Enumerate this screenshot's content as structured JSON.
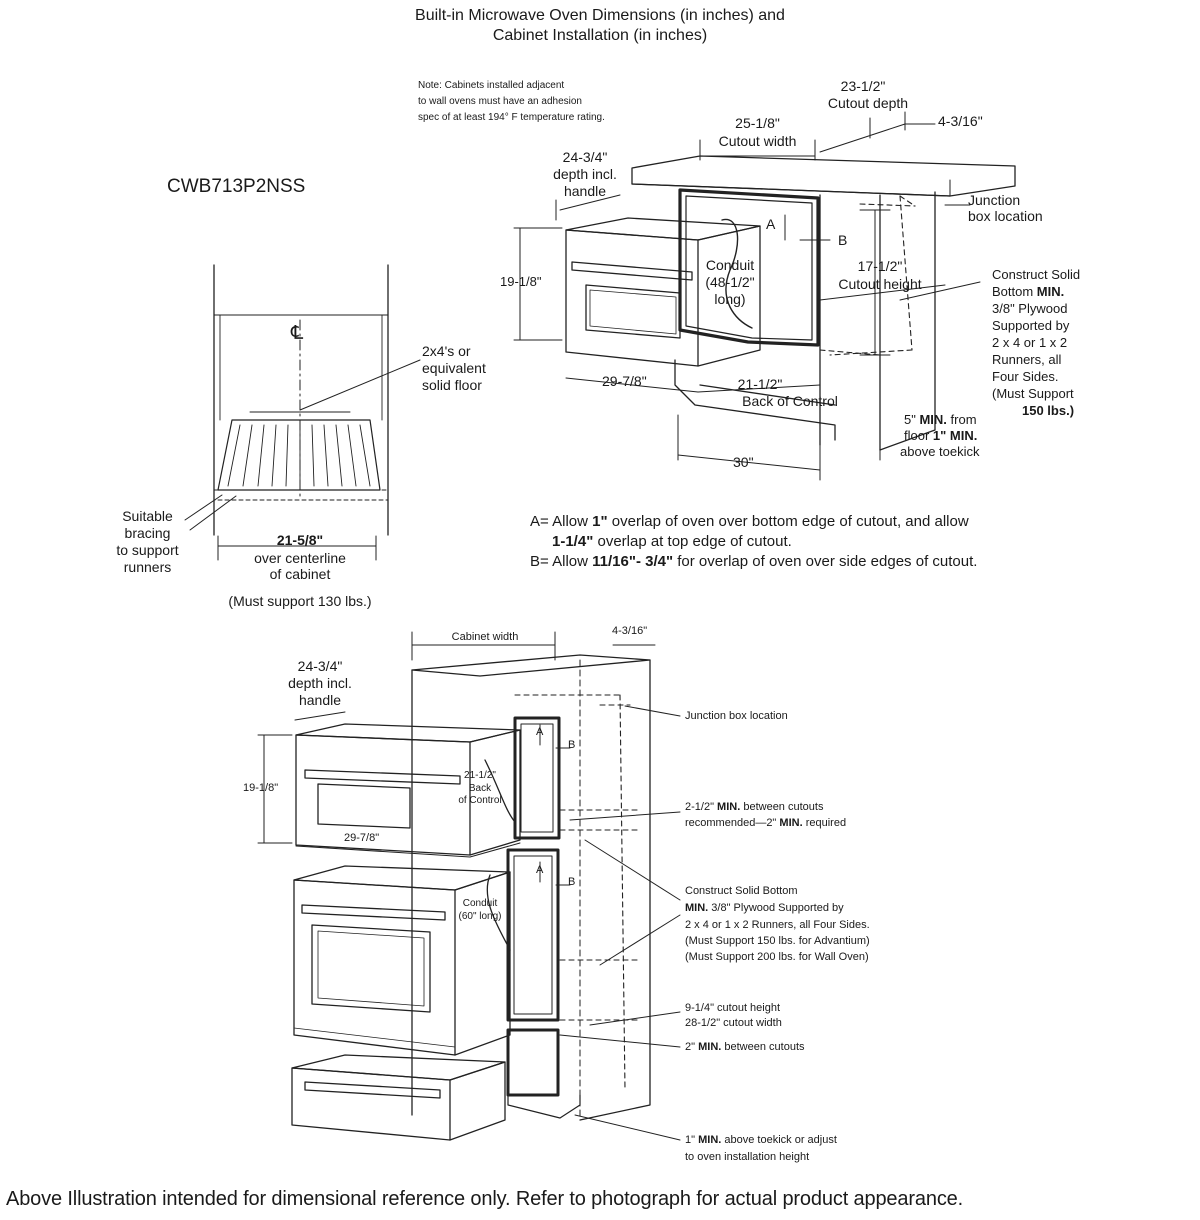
{
  "title": {
    "line1": "Built-in Microwave Oven Dimensions (in inches) and",
    "line2": "Cabinet Installation (in inches)"
  },
  "model": "CWB713P2NSS",
  "note": {
    "line1": "Note: Cabinets installed adjacent",
    "line2": "to wall ovens must have an adhesion",
    "line3": "spec of at least 194° F temperature rating."
  },
  "top_diagram": {
    "cutout_depth_value": "23-1/2\"",
    "cutout_depth_label": "Cutout depth",
    "side_offset": "4-3/16\"",
    "cutout_width_value": "25-1/8\"",
    "cutout_width_label": "Cutout width",
    "depth_handle_value": "24-3/4\"",
    "depth_handle_l1": "depth incl.",
    "depth_handle_l2": "handle",
    "junction_l1": "Junction",
    "junction_l2": "box location",
    "mark_a": "A",
    "mark_b": "B",
    "height_value": "19-1/8\"",
    "conduit_l1": "Conduit",
    "conduit_l2": "(48-1/2\"",
    "conduit_l3": "long)",
    "cutout_height_value": "17-1/2\"",
    "cutout_height_label": "Cutout height",
    "bottom_l1": "Construct Solid",
    "bottom_l2a": "Bottom ",
    "bottom_l2b": "MIN.",
    "bottom_l3": "3/8\" Plywood",
    "bottom_l4": "Supported by",
    "bottom_l5": "2 x 4 or 1 x 2",
    "bottom_l6": "Runners, all",
    "bottom_l7": "Four Sides.",
    "bottom_l8": "(Must Support",
    "bottom_l9": "150 lbs.)",
    "width_value": "29-7/8\"",
    "back_control_value": "21-1/2\"",
    "back_control_label": "Back of Control",
    "min_floor_l1a": "5\" ",
    "min_floor_l1b": "MIN.",
    "min_floor_l1c": " from",
    "min_floor_l2a": "floor ",
    "min_floor_l2b": "1\" MIN.",
    "min_floor_l3": "above toekick",
    "cabinet_width_value": "30\""
  },
  "side_diagram": {
    "centerline": "℄",
    "floor_l1": "2x4's or",
    "floor_l2": "equivalent",
    "floor_l3": "solid floor",
    "bracing_l1": "Suitable",
    "bracing_l2": "bracing",
    "bracing_l3": "to support",
    "bracing_l4": "runners",
    "span_value": "21-5/8\"",
    "span_l1": "over centerline",
    "span_l2": "of cabinet",
    "support": "(Must support 130 lbs.)"
  },
  "notes_ab": {
    "a1a": "A= Allow ",
    "a1b": "1\"",
    "a1c": " overlap of oven over bottom edge of cutout, and allow",
    "a2a": "1-1/4\"",
    "a2b": " overlap at top edge of cutout.",
    "b1a": "B= Allow ",
    "b1b": "11/16\"- 3/4\"",
    "b1c": " for overlap of oven over side edges of cutout."
  },
  "bottom_diagram": {
    "cabinet_width": "Cabinet width",
    "side_offset": "4-3/16\"",
    "depth_handle_value": "24-3/4\"",
    "depth_handle_l1": "depth incl.",
    "depth_handle_l2": "handle",
    "junction": "Junction box location",
    "mark_a1": "A",
    "mark_b1": "B",
    "mark_a2": "A",
    "mark_b2": "B",
    "height_value": "19-1/8\"",
    "back_l1": "21-1/2\"",
    "back_l2": "Back",
    "back_l3": "of Control",
    "width_value": "29-7/8\"",
    "between_l1a": "2-1/2\" ",
    "between_l1b": "MIN.",
    "between_l1c": " between cutouts",
    "between_l2a": "recommended—2\" ",
    "between_l2b": "MIN.",
    "between_l2c": " required",
    "conduit_l1": "Conduit",
    "conduit_l2": "(60\" long)",
    "construct_l1": "Construct Solid Bottom",
    "construct_l2a": "MIN.",
    "construct_l2b": " 3/8\" Plywood Supported by",
    "construct_l3": "2 x 4 or 1 x 2 Runners, all Four Sides.",
    "construct_l4": "(Must Support 150 lbs. for Advantium)",
    "construct_l5": "(Must Support 200 lbs. for Wall Oven)",
    "cutout_l1": "9-1/4\" cutout height",
    "cutout_l2": "28-1/2\" cutout width",
    "min_between_a": "2\" ",
    "min_between_b": "MIN.",
    "min_between_c": " between cutouts",
    "toekick_l1a": "1\" ",
    "toekick_l1b": "MIN.",
    "toekick_l1c": " above toekick or adjust",
    "toekick_l2": "to oven installation height"
  },
  "footer": "Above Illustration intended for dimensional reference only. Refer to photograph for actual product appearance."
}
